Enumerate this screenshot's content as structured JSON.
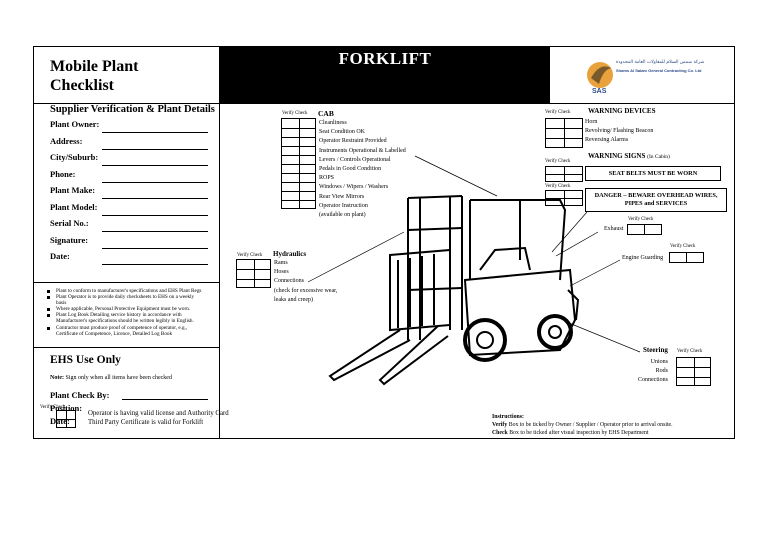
{
  "header": {
    "title_line1": "Mobile Plant",
    "title_line2": "Checklist",
    "banner": "FORKLIFT",
    "logo_arabic": "شركة شمس السلام للمقاولات العامة المحدودة",
    "logo_english": "Shams Al Salam General Contracting Co. Ltd",
    "logo_mark": "SAS"
  },
  "supplier": {
    "title": "Supplier Verification & Plant Details",
    "fields": [
      "Plant Owner:",
      "Address:",
      "City/Suburb:",
      "Phone:",
      "Plant Make:",
      "Plant Model:",
      "Serial No.:",
      "Signature:",
      "Date:"
    ]
  },
  "notes": [
    "Plant to conform to manufacturer's specifications and EHS Plant Regs",
    "Plant Operator is to provide daily checksheets to EHS on a weekly basis",
    "Where applicable, Personal Protective Equipment must be worn.",
    "Plant Log Book Detailing service history in accordance with Manufacturer's specifications should be written legibly in English.",
    "Contractor must produce proof of competence of operator, e.g., Certificate of Competence, Licence, Detailed Log Book"
  ],
  "ehs": {
    "title": "EHS Use Only",
    "note": "Note: Sign only when all items have been checked",
    "check_by": "Plant Check By:",
    "position": "Position:",
    "date": "Date:",
    "verify_label": "Verify Check",
    "items": [
      "Operator is having valid license and Authority Card",
      "Third Party Certificate is valid for Forklift"
    ]
  },
  "verify_check": "Verify Check",
  "cab": {
    "title": "CAB",
    "items": [
      "Cleanliness",
      "Seat Condition OK",
      "Operator Restraint Provided",
      "Instruments Operational & Labelled",
      "Levers / Controls Operational",
      "Pedals in Good Condition",
      "ROPS",
      "Windows / Wipers / Washers",
      "Rear View Mirrors",
      "Operator Instruction",
      "(available on plant)"
    ]
  },
  "hydraulics": {
    "title": "Hydraulics",
    "items": [
      "Rams",
      "Hoses",
      "Connections",
      "(check for excessive wear,",
      "leaks and creep)"
    ]
  },
  "warning_devices": {
    "title": "WARNING DEVICES",
    "items": [
      "Horn",
      "Revolving/ Flashing Beacon",
      "Reversing Alarms"
    ]
  },
  "warning_signs": {
    "title": "WARNING SIGNS",
    "suffix": "(In Cabin)",
    "sign1": "SEAT BELTS MUST BE WORN",
    "sign2_line1": "DANGER – BEWARE OVERHEAD WIRES,",
    "sign2_line2": "PIPES and SERVICES"
  },
  "exhaust": "Exhaust",
  "engine_guarding": "Engine Guarding",
  "steering": {
    "title": "Steering",
    "items": [
      "Unions",
      "Rods",
      "Connections"
    ]
  },
  "instructions": {
    "title": "Instructions:",
    "verify_bold": "Verify",
    "verify_text": " Box to be ticked by Owner / Supplier / Operator prior to arrival onsite.",
    "check_bold": "Check",
    "check_text": " Box to be ticked after visual inspection by EHS Department"
  }
}
